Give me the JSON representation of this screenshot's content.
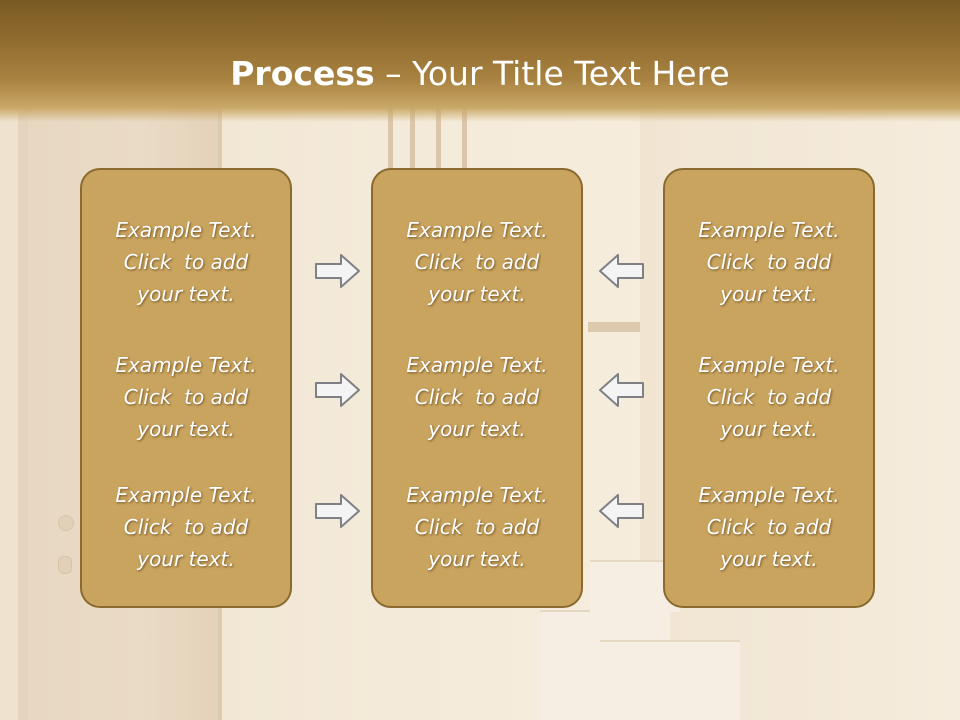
{
  "slide": {
    "title_bold": "Process",
    "title_rest": " – Your Title Text Here"
  },
  "panels": [
    {
      "items": [
        {
          "line1": "Example Text.",
          "line2": "Click  to add",
          "line3": "your text."
        },
        {
          "line1": "Example Text.",
          "line2": "Click  to add",
          "line3": "your text."
        },
        {
          "line1": "Example Text.",
          "line2": "Click  to add",
          "line3": "your text."
        }
      ]
    },
    {
      "items": [
        {
          "line1": "Example Text.",
          "line2": "Click  to add",
          "line3": "your text."
        },
        {
          "line1": "Example Text.",
          "line2": "Click  to add",
          "line3": "your text."
        },
        {
          "line1": "Example Text.",
          "line2": "Click  to add",
          "line3": "your text."
        }
      ]
    },
    {
      "items": [
        {
          "line1": "Example Text.",
          "line2": "Click  to add",
          "line3": "your text."
        },
        {
          "line1": "Example Text.",
          "line2": "Click  to add",
          "line3": "your text."
        },
        {
          "line1": "Example Text.",
          "line2": "Click  to add",
          "line3": "your text."
        }
      ]
    }
  ],
  "arrows": {
    "left_column": [
      "arrow-right-icon",
      "arrow-right-icon",
      "arrow-right-icon"
    ],
    "right_column": [
      "arrow-left-icon",
      "arrow-left-icon",
      "arrow-left-icon"
    ]
  },
  "colors": {
    "title_bar": "#8e6a2e",
    "panel_fill": "#c9a45f",
    "panel_border": "#8a6a30",
    "text": "#ffffff"
  }
}
